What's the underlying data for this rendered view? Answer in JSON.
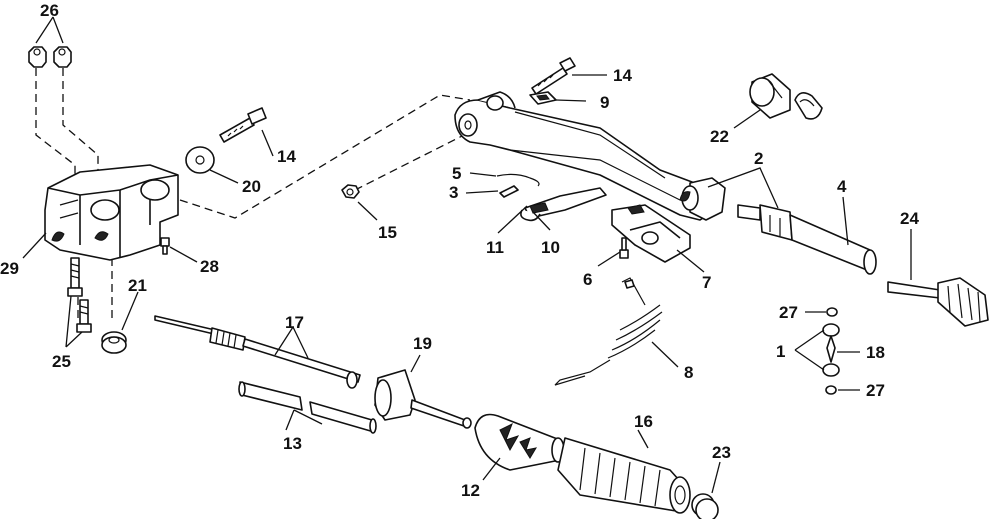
{
  "callouts": [
    {
      "id": "c26a",
      "label": "26"
    },
    {
      "id": "c14a",
      "label": "14"
    },
    {
      "id": "c9",
      "label": "9"
    },
    {
      "id": "c22",
      "label": "22"
    },
    {
      "id": "c14b",
      "label": "14"
    },
    {
      "id": "c20",
      "label": "20"
    },
    {
      "id": "c2",
      "label": "2"
    },
    {
      "id": "c5",
      "label": "5"
    },
    {
      "id": "c3",
      "label": "3"
    },
    {
      "id": "c15",
      "label": "15"
    },
    {
      "id": "c4",
      "label": "4"
    },
    {
      "id": "c24",
      "label": "24"
    },
    {
      "id": "c11",
      "label": "11"
    },
    {
      "id": "c10",
      "label": "10"
    },
    {
      "id": "c7",
      "label": "7"
    },
    {
      "id": "c6",
      "label": "6"
    },
    {
      "id": "c29",
      "label": "29"
    },
    {
      "id": "c28",
      "label": "28"
    },
    {
      "id": "c21",
      "label": "21"
    },
    {
      "id": "c25",
      "label": "25"
    },
    {
      "id": "c17",
      "label": "17"
    },
    {
      "id": "c19",
      "label": "19"
    },
    {
      "id": "c27a",
      "label": "27"
    },
    {
      "id": "c1",
      "label": "1"
    },
    {
      "id": "c18",
      "label": "18"
    },
    {
      "id": "c27b",
      "label": "27"
    },
    {
      "id": "c8",
      "label": "8"
    },
    {
      "id": "c13",
      "label": "13"
    },
    {
      "id": "c16",
      "label": "16"
    },
    {
      "id": "c23",
      "label": "23"
    },
    {
      "id": "c12",
      "label": "12"
    }
  ]
}
